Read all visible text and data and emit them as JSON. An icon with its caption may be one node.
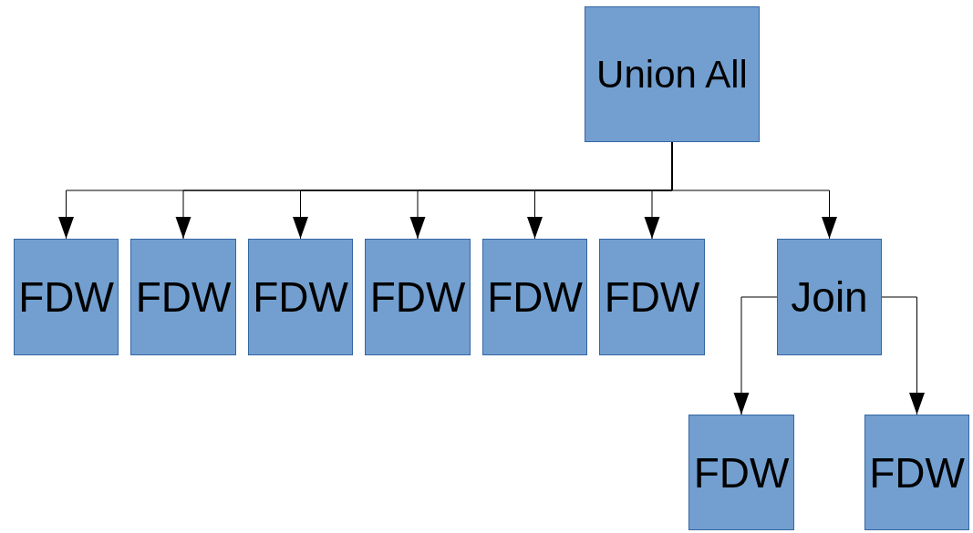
{
  "diagram": {
    "nodes": [
      {
        "text": [
          "Union All"
        ]
      },
      {
        "text": [
          "FDW"
        ]
      },
      {
        "text": [
          "FDW"
        ]
      },
      {
        "text": [
          "FDW"
        ]
      },
      {
        "text": [
          "FDW"
        ]
      },
      {
        "text": [
          "FDW"
        ]
      },
      {
        "text": [
          "FDW"
        ]
      },
      {
        "text": [
          "Join"
        ]
      },
      {
        "text": [
          "FDW"
        ]
      },
      {
        "text": [
          "FDW"
        ]
      }
    ],
    "edges": [
      {
        "from": 0,
        "to": 1,
        "arrow": "to"
      },
      {
        "from": 0,
        "to": 2,
        "arrow": "to"
      },
      {
        "from": 0,
        "to": 3,
        "arrow": "to"
      },
      {
        "from": 0,
        "to": 4,
        "arrow": "to"
      },
      {
        "from": 0,
        "to": 5,
        "arrow": "to"
      },
      {
        "from": 0,
        "to": 6,
        "arrow": "to"
      },
      {
        "from": 0,
        "to": 7,
        "arrow": "to"
      },
      {
        "from": 7,
        "to": 8,
        "arrow": "to"
      },
      {
        "from": 7,
        "to": 9,
        "arrow": "to"
      }
    ]
  }
}
